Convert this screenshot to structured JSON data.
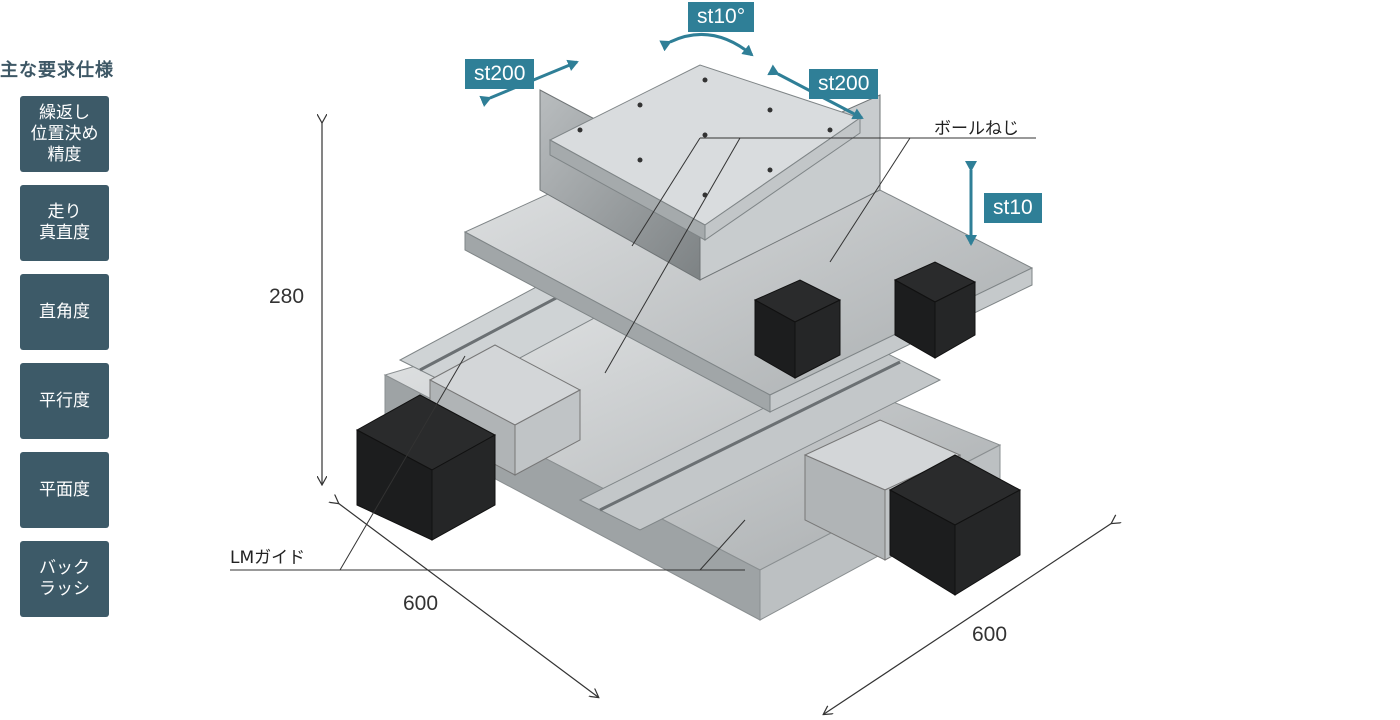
{
  "spec_panel": {
    "title": "主な要求仕様",
    "items": [
      "繰返し\n位置決め\n精度",
      "走り\n真直度",
      "直角度",
      "平行度",
      "平面度",
      "バック\nラッシ"
    ]
  },
  "dimensions": {
    "height": "280",
    "depth": "600",
    "width": "600"
  },
  "strokes": {
    "rotation": "st10°",
    "left_linear": "st200",
    "right_linear": "st200",
    "vertical": "st10"
  },
  "callouts": {
    "ball_screw": "ボールねじ",
    "lm_guide": "LMガイド"
  },
  "colors": {
    "spec_box": "#3d5a68",
    "tag": "#2f7f97"
  }
}
